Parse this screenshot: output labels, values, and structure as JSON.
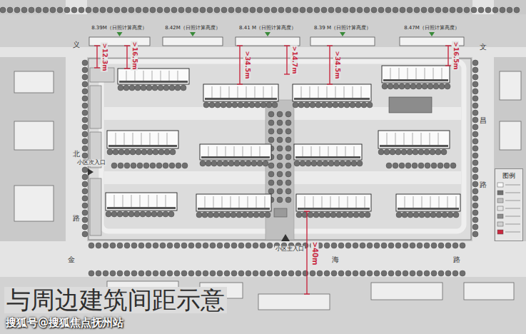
{
  "diagram": {
    "caption": "与周边建筑间距示意",
    "nodes": [
      {
        "text": [
          "图例"
        ]
      }
    ],
    "labels": [
      "8.39M（日照计算高度）",
      "8.42M（日照计算高度）",
      "8.41 M（日照计算高度）",
      "8.39 M（日照计算高度）",
      "8.47M（日照计算高度）",
      ">12.3m",
      ">16.5m",
      ">34.5m",
      ">14.7m",
      ">34.5m",
      ">16.5m",
      ">40m",
      "小区次入口",
      "小区主入口",
      "义",
      "北",
      "路",
      "文",
      "昌",
      "路",
      "金",
      "海",
      "路",
      "搜狐号@搜狐焦点抚州站"
    ]
  }
}
